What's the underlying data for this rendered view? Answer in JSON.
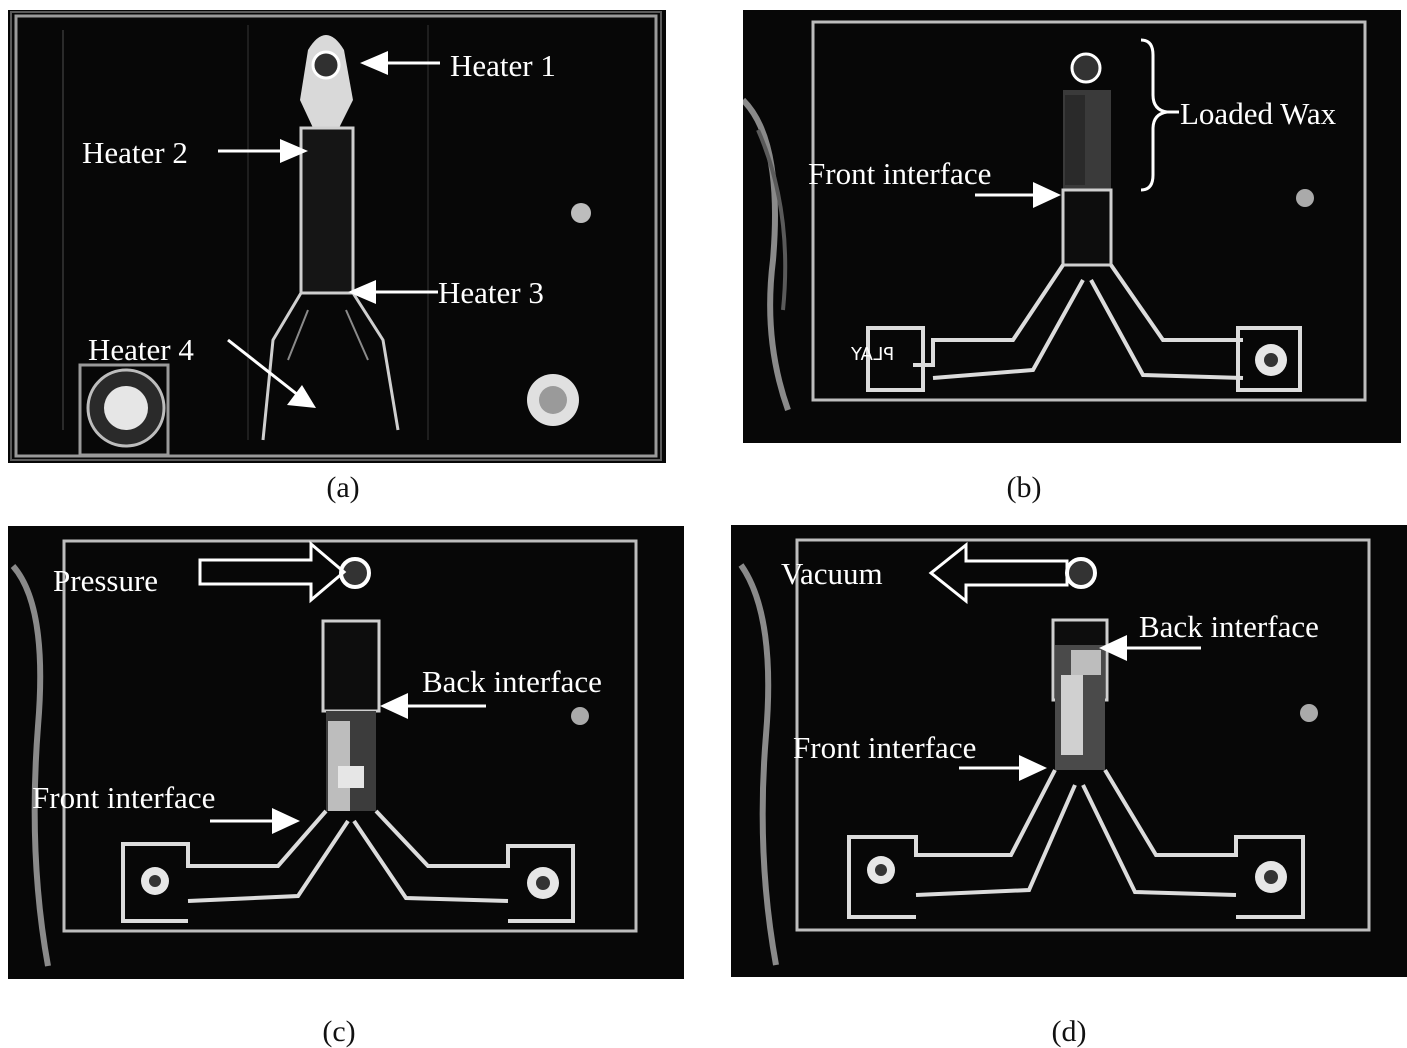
{
  "figure": {
    "panels": [
      {
        "id": "a",
        "caption": "(a)",
        "labels": {
          "heater1": "Heater 1",
          "heater2": "Heater 2",
          "heater3": "Heater 3",
          "heater4": "Heater 4"
        }
      },
      {
        "id": "b",
        "caption": "(b)",
        "labels": {
          "loaded_wax": "Loaded Wax",
          "front_interface": "Front interface"
        },
        "chip_marking": "PLAY"
      },
      {
        "id": "c",
        "caption": "(c)",
        "labels": {
          "pressure": "Pressure",
          "back_interface": "Back interface",
          "front_interface": "Front interface"
        }
      },
      {
        "id": "d",
        "caption": "(d)",
        "labels": {
          "vacuum": "Vacuum",
          "back_interface": "Back interface",
          "front_interface": "Front interface"
        }
      }
    ],
    "colors": {
      "photo_background": "#070707",
      "annotation": "#ffffff",
      "caption": "#111111"
    }
  }
}
